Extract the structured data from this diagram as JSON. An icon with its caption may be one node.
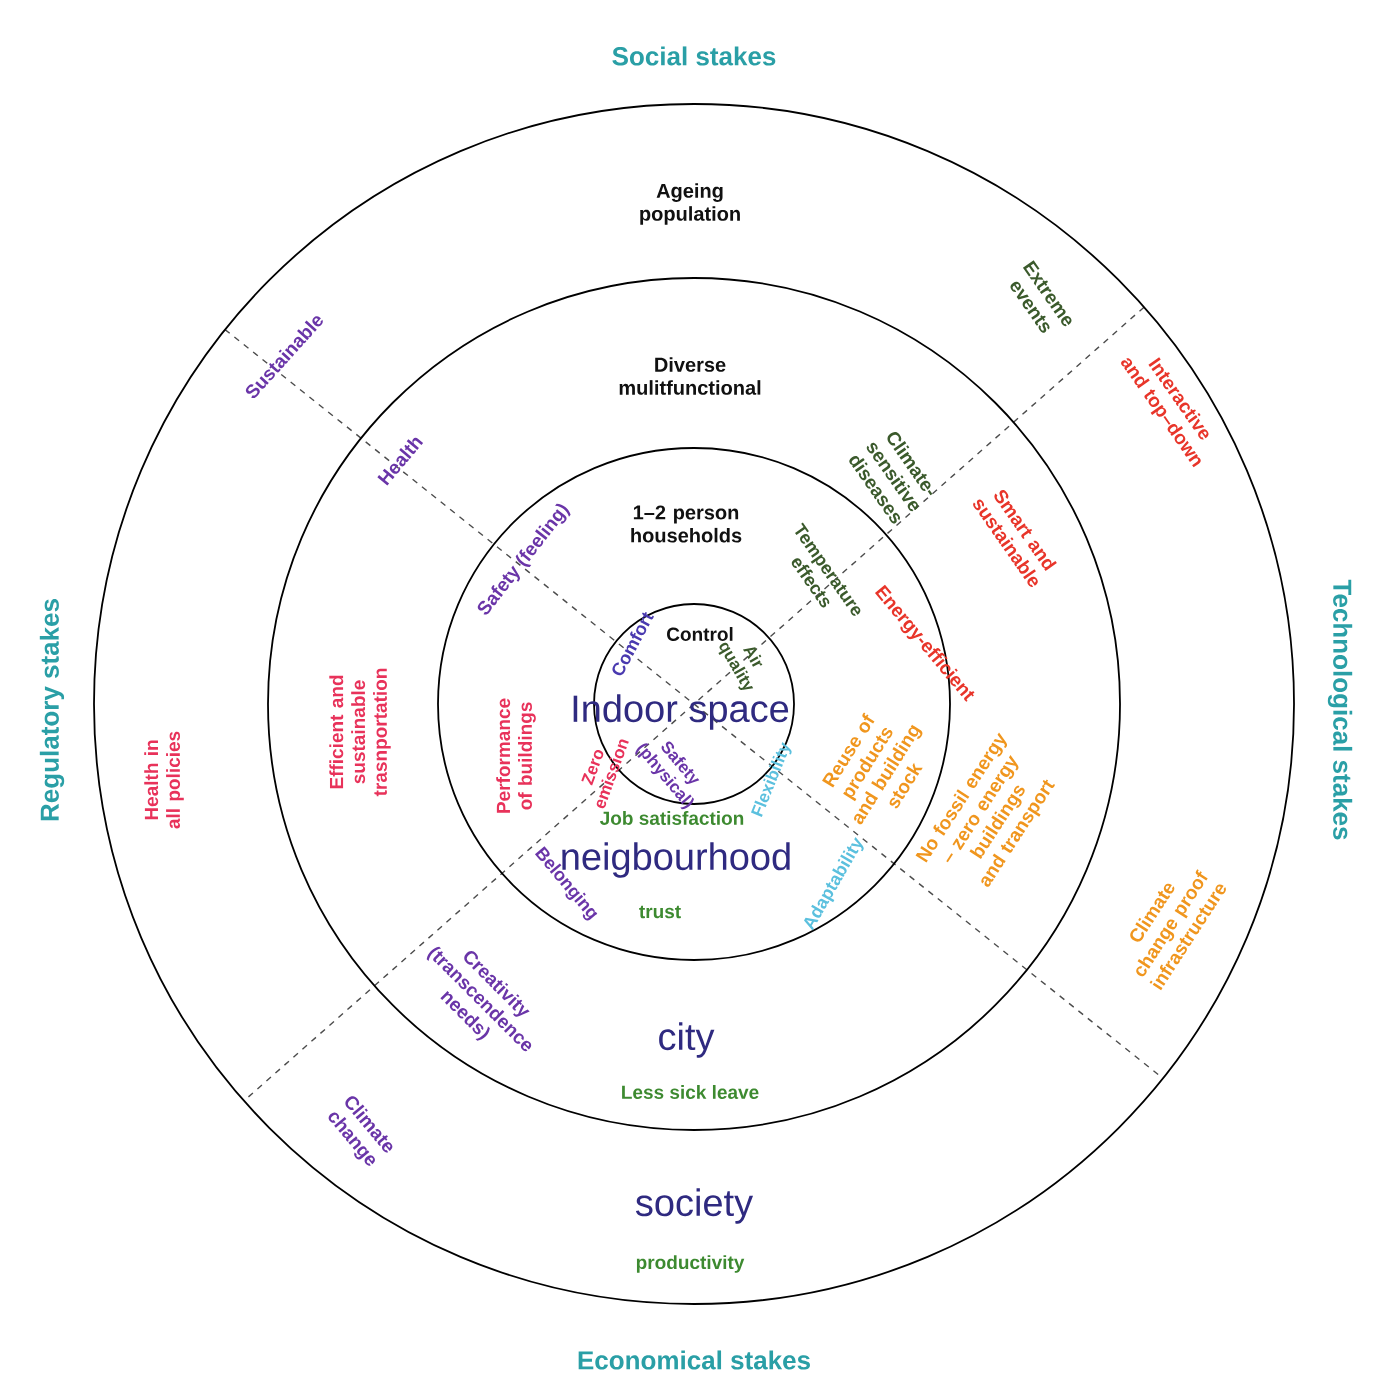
{
  "diagram": {
    "nodes": [
      {
        "text": [
          "society"
        ]
      },
      {
        "text": [
          "city"
        ],
        "in": 0
      },
      {
        "text": [
          "neigbourhood"
        ],
        "in": 1
      },
      {
        "text": [
          "Indoor space"
        ],
        "in": 2
      }
    ],
    "labels": [
      "Social stakes",
      "Ageing population",
      "Extreme events",
      "Sustainable",
      "Diverse mulitfunctional",
      "Interactive and top–down",
      "Health",
      "Climate-sensitive diseases",
      "Safety (feeling)",
      "1–2 person households",
      "Temperature effects",
      "Smart and sustainable",
      "Comfort",
      "Control",
      "Air quality",
      "Energy-efficient",
      "Regulatory stakes",
      "Health in all policies",
      "Efficient and sustainable trasnportation",
      "Performance of buildings",
      "Zero emission",
      "Safety (physical)",
      "Flexibility",
      "Reuse of products and building stock",
      "Technological stakes",
      "Job satisfaction",
      "Adaptability",
      "No fossil energy – zero energy buildings and transport",
      "Belonging",
      "trust",
      "Climate change proof infrastructure",
      "Creativity (transcendence needs)",
      "Climate change",
      "Less sick leave",
      "productivity",
      "Economical stakes"
    ]
  }
}
